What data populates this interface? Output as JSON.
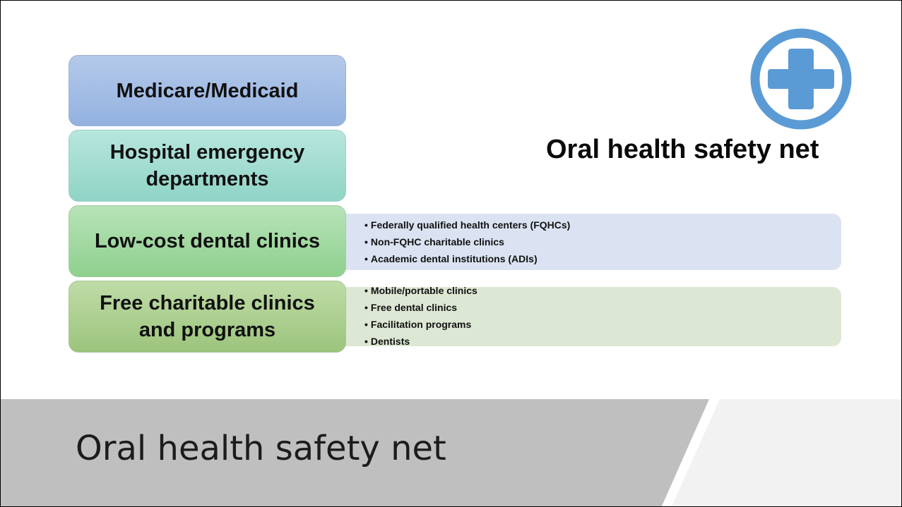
{
  "slide_title": "Oral health safety net",
  "heading": "Oral health safety net",
  "logo": {
    "icon": "plus-cross-icon",
    "color": "#5b9bd5"
  },
  "tiers": [
    {
      "label": "Medicare/Medicaid",
      "color": "#a3bde5"
    },
    {
      "label": "Hospital emergency departments",
      "color": "#a3ddd2"
    },
    {
      "label": "Low-cost dental clinics",
      "color": "#a3daa3",
      "details": [
        "Federally qualified health centers (FQHCs)",
        "Non-FQHC charitable clinics",
        "Academic dental institutions (ADIs)"
      ]
    },
    {
      "label": "Free charitable clinics and programs",
      "color": "#add08f",
      "details": [
        "Mobile/portable clinics",
        "Free dental clinics",
        "Facilitation programs",
        "Dentists"
      ]
    }
  ]
}
